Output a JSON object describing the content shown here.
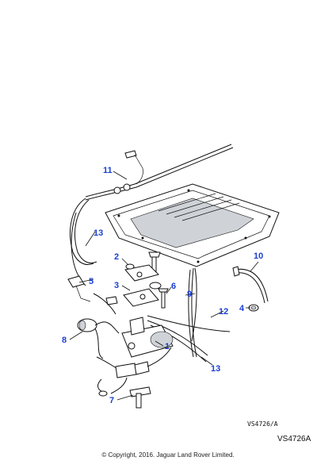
{
  "callouts": {
    "c1": "1",
    "c2": "2",
    "c3": "3",
    "c4": "4",
    "c5": "5",
    "c6": "6",
    "c7": "7",
    "c8": "8",
    "c9": "9",
    "c10": "10",
    "c11": "11",
    "c12": "12",
    "c13a": "13",
    "c13b": "13"
  },
  "drawing_ref": "VS4726/A",
  "illustration_ref": "VS4726A",
  "copyright": "© Copyright, 2016. Jaguar Land Rover Limited.",
  "colors": {
    "callout": "#1a3fd6",
    "line": "#111111",
    "shade": "#cfd3d8"
  }
}
